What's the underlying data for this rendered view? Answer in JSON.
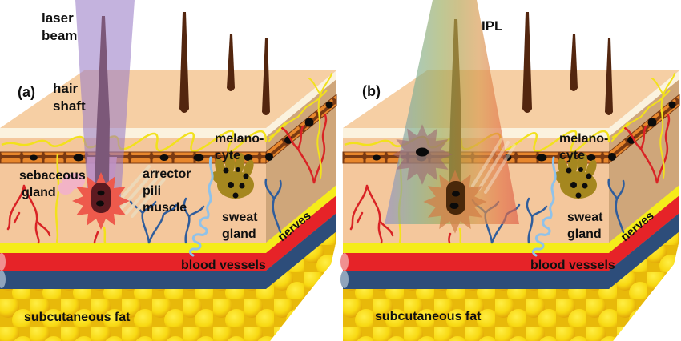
{
  "figure": {
    "panels": [
      {
        "label": "(a)",
        "light_source": {
          "line1": "laser",
          "line2": "beam"
        },
        "annotations": {
          "hair_shaft": {
            "line1": "hair",
            "line2": "shaft"
          },
          "sebaceous_gland": {
            "line1": "sebaceous",
            "line2": "gland"
          },
          "arrector_pili_muscle": {
            "line1": "arrector",
            "line2": "pili",
            "line3": "muscle"
          },
          "melanocyte": {
            "line1": "melano-",
            "line2": "cyte"
          },
          "sweat_gland": {
            "line1": "sweat",
            "line2": "gland"
          },
          "nerves": "nerves",
          "blood_vessels": "blood vessels",
          "subcutaneous_fat": "subcutaneous fat"
        }
      },
      {
        "label": "(b)",
        "light_source": {
          "line1": "IPL"
        },
        "annotations": {
          "melanocyte": {
            "line1": "melano-",
            "line2": "cyte"
          },
          "sweat_gland": {
            "line1": "sweat",
            "line2": "gland"
          },
          "nerves": "nerves",
          "blood_vessels": "blood vessels",
          "subcutaneous_fat": "subcutaneous fat"
        }
      }
    ]
  },
  "colors": {
    "skin_top": "#f6cfa4",
    "skin_front": "#f4c79c",
    "skin_side": "#cfa67a",
    "cream_band": "#fbf2de",
    "epidermis_orange": "#e8872c",
    "epidermis_outline": "#7a3a12",
    "nerve_yellow": "#f2e11c",
    "layer_yellow": "#f5ec1a",
    "layer_red": "#e62328",
    "layer_blue": "#2d4d7a",
    "fat_yellow": "#f2df1f",
    "fat_shade": "#dd9a06",
    "vessel_red": "#d92325",
    "vessel_blue": "#2f5d9c",
    "sweat_blue": "#8fc2ea",
    "melanocyte_olive": "#a5871f",
    "hair_brown": "#53260f",
    "laser_purple": "#9a7cc6",
    "burst_red": "#ee5a4c",
    "sheath_pink": "#f2aec2",
    "ipl_spectrum": [
      "#8f8fc8",
      "#7fae92",
      "#9cab5e",
      "#b5a14e",
      "#d99a50",
      "#e2784a",
      "#de5a46"
    ]
  }
}
